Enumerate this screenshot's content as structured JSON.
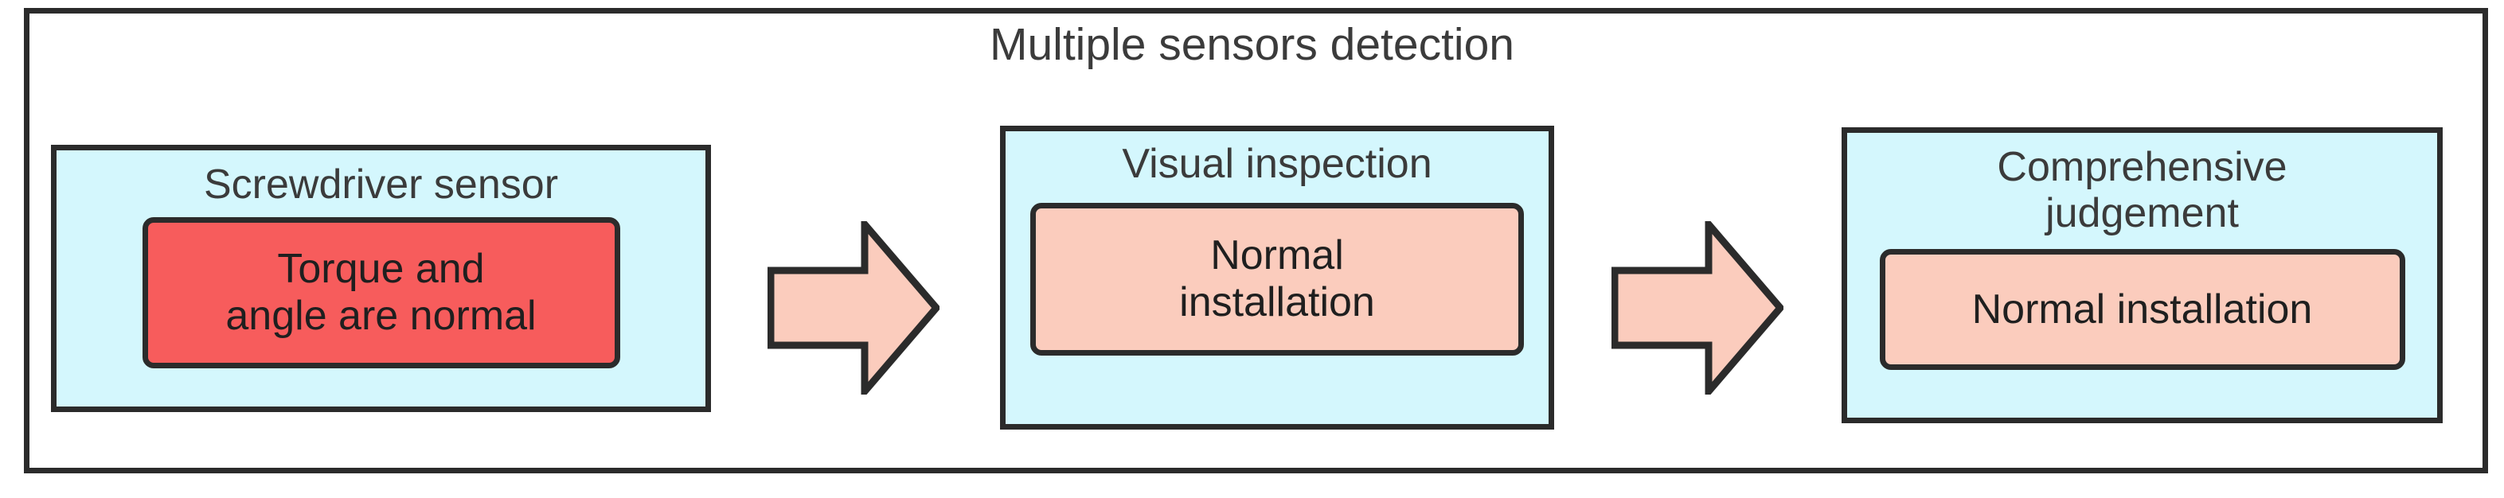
{
  "diagram": {
    "title": "Multiple sensors detection",
    "frame_border_color": "#2b2b2b",
    "background_color": "#ffffff",
    "stage_fill_color": "#d4f7fd",
    "result_red_color": "#f75c5c",
    "result_salmon_color": "#fbccbd",
    "arrow_fill_color": "#fbccbd",
    "arrow_stroke_color": "#2b2b2b"
  },
  "stages": [
    {
      "id": "screwdriver-sensor",
      "title": "Screwdriver sensor",
      "result": "Torque and\nangle are normal",
      "result_color": "#f75c5c"
    },
    {
      "id": "visual-inspection",
      "title": "Visual inspection",
      "result": "Normal\ninstallation",
      "result_color": "#fbccbd"
    },
    {
      "id": "comprehensive-judgement",
      "title": "Comprehensive\njudgement",
      "result": "Normal installation",
      "result_color": "#fbccbd"
    }
  ],
  "arrows": [
    {
      "id": "arrow-stage1-to-stage2",
      "direction": "right"
    },
    {
      "id": "arrow-stage2-to-stage3",
      "direction": "right"
    }
  ]
}
